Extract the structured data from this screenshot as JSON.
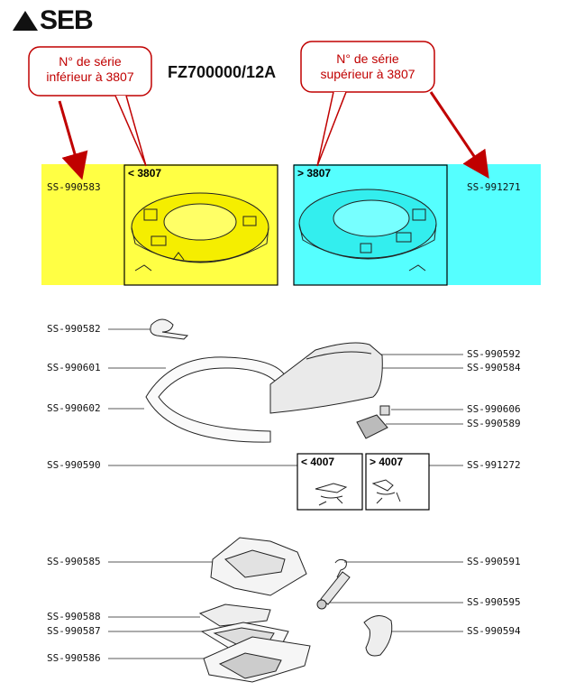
{
  "brand": "SEB",
  "model": "FZ700000/12A",
  "bubbles": {
    "left": {
      "line1": "N° de série",
      "line2": "inférieur à 3807"
    },
    "right": {
      "line1": "N° de série",
      "line2": "supérieur à 3807"
    }
  },
  "variant_boxes": {
    "lid_old": {
      "label": "< 3807",
      "code": "SS-990583",
      "color": "#ffff44"
    },
    "lid_new": {
      "label": "> 3807",
      "code": "SS-991271",
      "color": "#55ffff"
    },
    "cable_old": {
      "label": "< 4007"
    },
    "cable_new": {
      "label": "> 4007"
    }
  },
  "parts": {
    "p990582": "SS-990582",
    "p990601": "SS-990601",
    "p990602": "SS-990602",
    "p990590": "SS-990590",
    "p990592": "SS-990592",
    "p990584": "SS-990584",
    "p990606": "SS-990606",
    "p990589": "SS-990589",
    "p991272": "SS-991272",
    "p990585": "SS-990585",
    "p990588": "SS-990588",
    "p990587": "SS-990587",
    "p990586": "SS-990586",
    "p990591": "SS-990591",
    "p990595": "SS-990595",
    "p990594": "SS-990594"
  },
  "colors": {
    "bubble_border": "#c00000",
    "arrow": "#c00000",
    "yellow": "#ffff44",
    "cyan": "#55ffff"
  }
}
